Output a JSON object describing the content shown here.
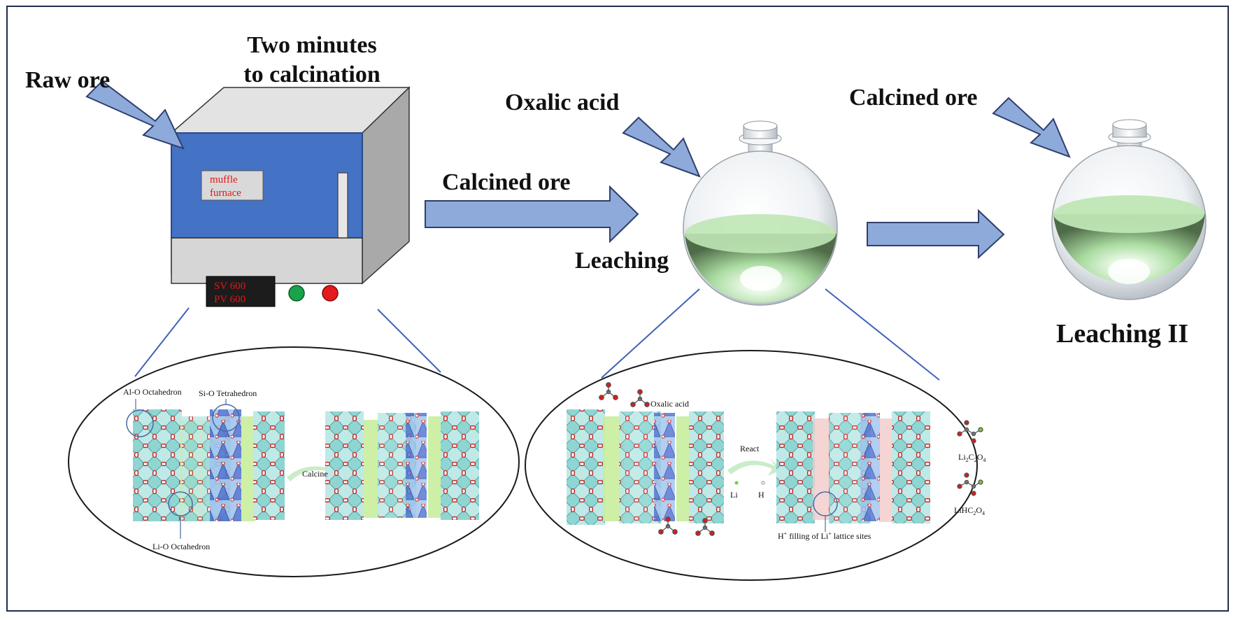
{
  "labels": {
    "raw_ore": "Raw ore",
    "calcination_line1": "Two minutes",
    "calcination_line2": "to calcination",
    "calcined_ore_1": "Calcined ore",
    "oxalic_acid": "Oxalic acid",
    "leaching": "Leaching",
    "calcined_ore_2": "Calcined ore",
    "leaching_2": "Leaching II"
  },
  "furnace": {
    "door_label_line1": "muffle",
    "door_label_line2": "furnace",
    "display_line1": "SV 600",
    "display_line2": "PV 600",
    "indicator_colors": {
      "green": "#19a34a",
      "red": "#e51b1b"
    }
  },
  "inset_left": {
    "al_o": "Al-O Octahedron",
    "si_o": "Si-O Tetrahedron",
    "li_o": "Li-O Octahedron",
    "calcine": "Calcine"
  },
  "inset_right": {
    "oxalic_acid": "Oxalic acid",
    "react": "React",
    "li": "Li",
    "h": "H",
    "li2c2o4": "Li",
    "li2c2o4_sub1": "2",
    "li2c2o4_mid": "C",
    "li2c2o4_sub2": "2",
    "li2c2o4_mid2": "O",
    "li2c2o4_sub3": "4",
    "lihc2o4": "LiHC",
    "lihc2o4_sub1": "2",
    "lihc2o4_mid": "O",
    "lihc2o4_sub2": "4",
    "h_filling_a": "H",
    "h_filling_sup1": "+",
    "h_filling_b": " filling of Li",
    "h_filling_sup2": "+",
    "h_filling_c": " lattice sites"
  },
  "colors": {
    "arrow_fill": "#8eaadb",
    "arrow_stroke": "#2f3f6b",
    "furnace_blue": "#4472c4",
    "liquid_green": "#a9dba0",
    "connector_blue": "#3f63b5"
  }
}
